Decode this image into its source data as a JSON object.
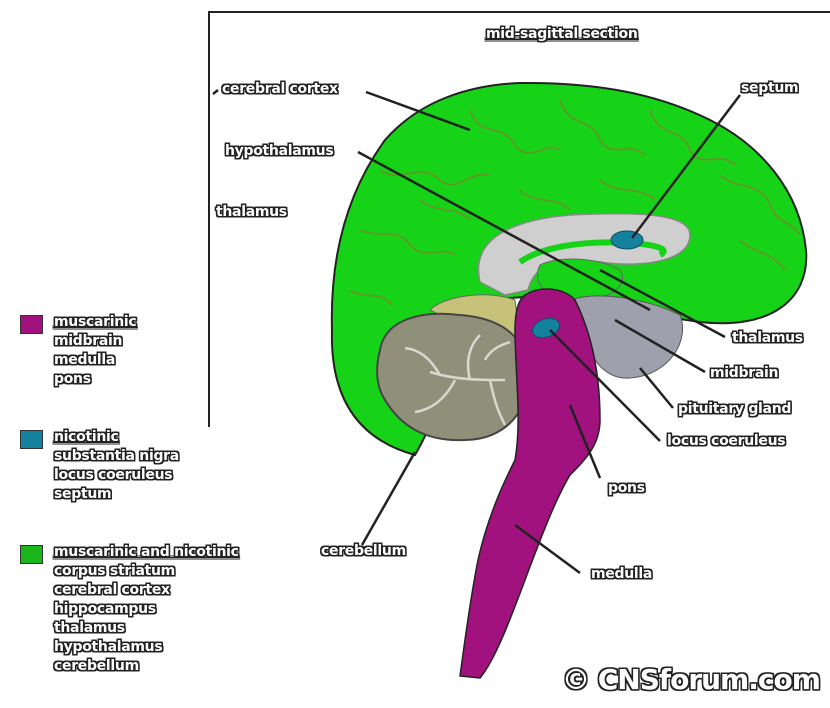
{
  "title": "mid-sagittal section",
  "labels": {
    "cerebral_cortex": "cerebral cortex",
    "hypothalamus": "hypothalamus",
    "thalamus_left": "thalamus",
    "septum": "septum",
    "thalamus_right": "thalamus",
    "midbrain": "midbrain",
    "pituitary_gland": "pituitary gland",
    "locus_coeruleus": "locus coeruleus",
    "pons": "pons",
    "cerebellum": "cerebellum",
    "medulla": "medulla"
  },
  "legend": [
    {
      "color": "#a1127e",
      "heading": "muscarinic",
      "items": [
        "midbrain",
        "medulla",
        "pons"
      ]
    },
    {
      "color": "#14819f",
      "heading": "nicotinic",
      "items": [
        "substantia nigra",
        "locus coeruleus",
        "septum"
      ]
    },
    {
      "color": "#1bb61b",
      "heading": "muscarinic and nicotinic",
      "items": [
        "corpus striatum",
        "cerebral cortex",
        "hippocampus",
        "thalamus",
        "hypothalamus",
        "cerebellum"
      ]
    }
  ],
  "copyright": "© CNSforum.com",
  "colors": {
    "muscarinic": "#a1127e",
    "nicotinic": "#14819f",
    "both": "#1bb61b",
    "cortex_fill": "#17d317",
    "cerebellum_fill": "#8f8f7a",
    "thalamus_fill": "#c6c27a",
    "pituitary_fill": "#9ea1ad",
    "corpus_callosum": "#cfcfcf"
  }
}
